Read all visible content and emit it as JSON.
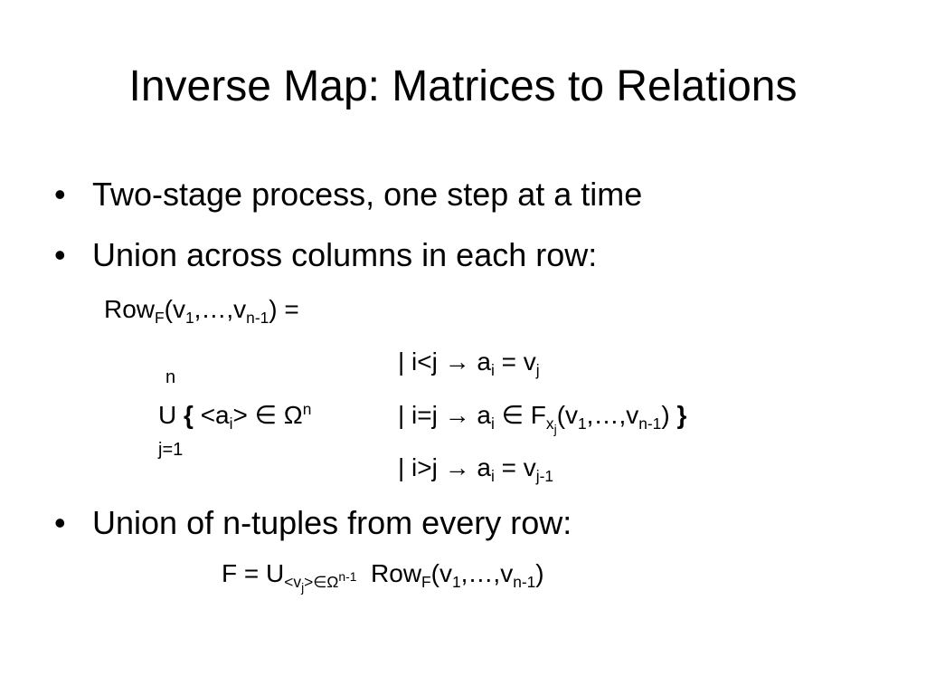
{
  "title": "Inverse Map: Matrices to Relations",
  "bullets": [
    "Two-stage process, one step at a time",
    "Union across columns in each row:",
    "Union of n-tuples from every row:"
  ],
  "bullet_symbol": "•",
  "row_def": {
    "row": "Row",
    "sub_F": "F",
    "open": "(v",
    "one": "1",
    "dots": ",…,v",
    "nm1": "n-1",
    "close": ") ="
  },
  "union": {
    "upper": "n",
    "lower": "j=1",
    "U": "U",
    "brace_open": "{",
    "lt_a": " <a",
    "i": "i",
    "gt_in_omega": "> ∈ Ω",
    "sup_n": "n",
    "brace_close": "}"
  },
  "cases": {
    "c1_a": "| i<j → a",
    "c1_i": "i",
    "c1_b": " = v",
    "c1_j": "j",
    "c2_a": "| i=j → a",
    "c2_i": "i",
    "c2_b": " ∈ F",
    "c2_x": "x",
    "c2_j": "j",
    "c2_c": "(v",
    "c2_1": "1",
    "c2_d": ",…,v",
    "c2_nm1": "n-1",
    "c2_e": ")",
    "c3_a": "| i>j → a",
    "c3_i": "i",
    "c3_b": " = v",
    "c3_jm1": "j-1"
  },
  "final": {
    "lhs": "F = U",
    "sub_a": "<v",
    "sub_j": "j",
    "sub_b": ">∈Ω",
    "sub_nm1": "n-1",
    "row": " Row",
    "sub_F": "F",
    "open": "(v",
    "one": "1",
    "dots": ",…,v",
    "nm1": "n-1",
    "close": ")"
  }
}
